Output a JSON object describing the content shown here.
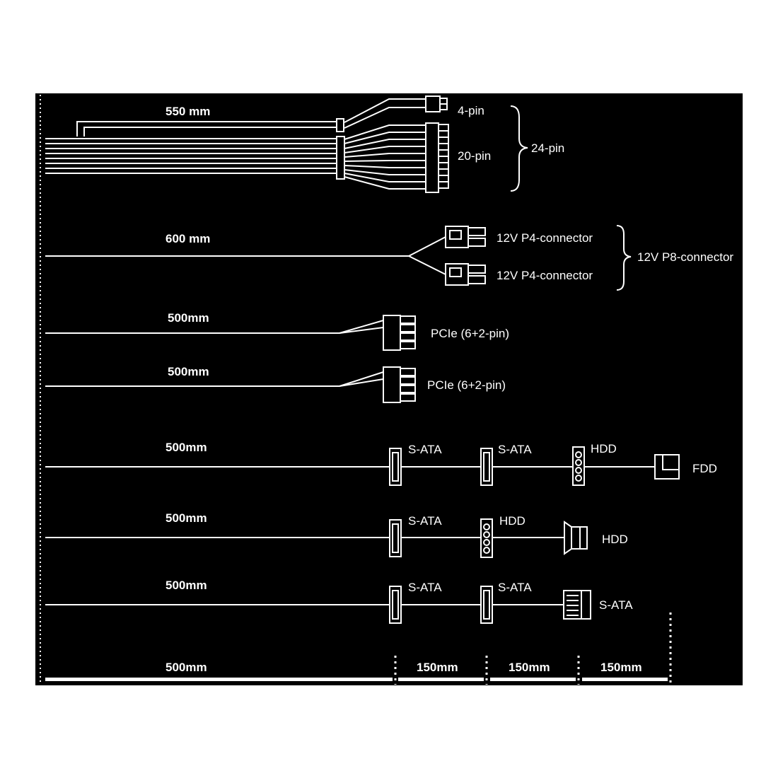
{
  "cables": {
    "atx": {
      "length": "550 mm",
      "pin4": "4-pin",
      "pin20": "20-pin",
      "pin24": "24-pin"
    },
    "cpu": {
      "length": "600 mm",
      "p4_a": "12V P4-connector",
      "p4_b": "12V P4-connector",
      "p8": "12V P8-connector"
    },
    "pcie1": {
      "length": "500mm",
      "connector": "PCIe (6+2-pin)"
    },
    "pcie2": {
      "length": "500mm",
      "connector": "PCIe (6+2-pin)"
    },
    "peripheral1": {
      "length": "500mm",
      "c1": "S-ATA",
      "c2": "S-ATA",
      "c3": "HDD",
      "c4": "FDD"
    },
    "peripheral2": {
      "length": "500mm",
      "c1": "S-ATA",
      "c2": "HDD",
      "c3": "HDD"
    },
    "sata": {
      "length": "500mm",
      "c1": "S-ATA",
      "c2": "S-ATA",
      "c3": "S-ATA"
    }
  },
  "scale": {
    "main": "500mm",
    "seg1": "150mm",
    "seg2": "150mm",
    "seg3": "150mm"
  }
}
